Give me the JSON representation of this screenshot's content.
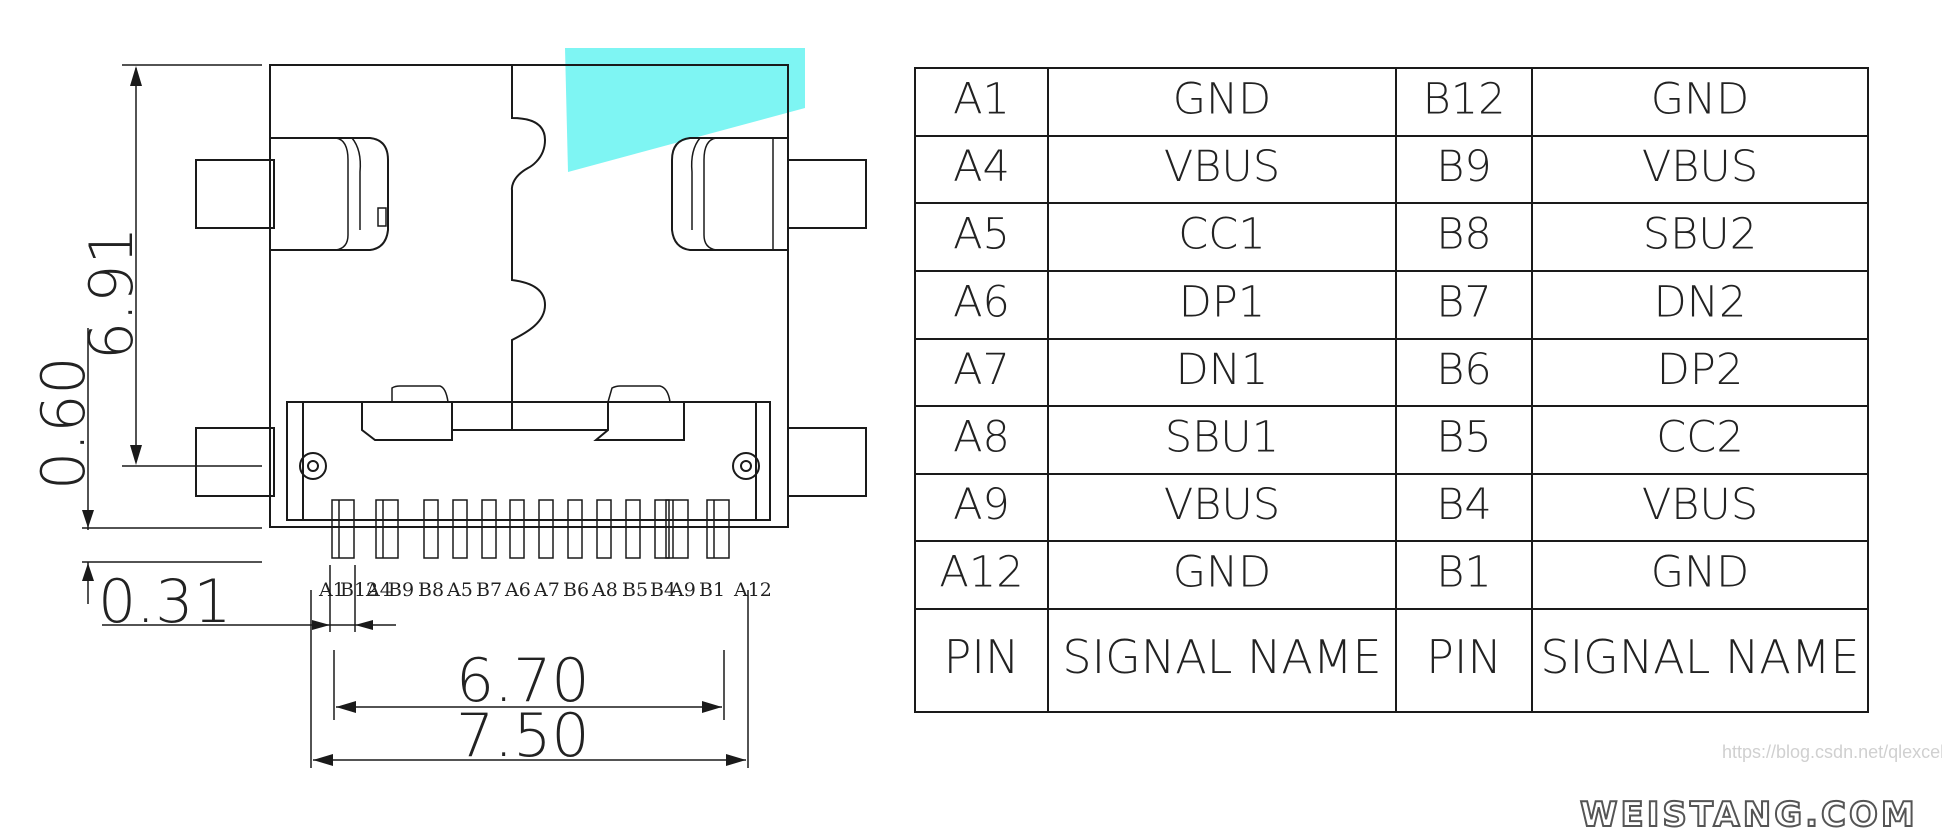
{
  "dimensions": {
    "height_total": "6.91",
    "offset_small": "0.60",
    "pitch_pin": "0.31",
    "span_inner": "6.70",
    "span_outer": "7.50"
  },
  "pin_labels": [
    "A1",
    "B12",
    "A4",
    "B9",
    "B8",
    "A5",
    "B7",
    "A6",
    "A7",
    "B6",
    "A8",
    "B5",
    "B4",
    "A9",
    "B1",
    "A12"
  ],
  "pin_table": {
    "rows": [
      {
        "pin_a": "A1",
        "sig_a": "GND",
        "pin_b": "B12",
        "sig_b": "GND"
      },
      {
        "pin_a": "A4",
        "sig_a": "VBUS",
        "pin_b": "B9",
        "sig_b": "VBUS"
      },
      {
        "pin_a": "A5",
        "sig_a": "CC1",
        "pin_b": "B8",
        "sig_b": "SBU2"
      },
      {
        "pin_a": "A6",
        "sig_a": "DP1",
        "pin_b": "B7",
        "sig_b": "DN2"
      },
      {
        "pin_a": "A7",
        "sig_a": "DN1",
        "pin_b": "B6",
        "sig_b": "DP2"
      },
      {
        "pin_a": "A8",
        "sig_a": "SBU1",
        "pin_b": "B5",
        "sig_b": "CC2"
      },
      {
        "pin_a": "A9",
        "sig_a": "VBUS",
        "pin_b": "B4",
        "sig_b": "VBUS"
      },
      {
        "pin_a": "A12",
        "sig_a": "GND",
        "pin_b": "B1",
        "sig_b": "GND"
      }
    ],
    "header": {
      "pin_a": "PIN",
      "sig_a": "SIGNAL NAME",
      "pin_b": "PIN",
      "sig_b": "SIGNAL NAME"
    }
  },
  "watermark": "https://blog.csdn.net/qlexcel",
  "brand": "WEISTANG.COM",
  "colors": {
    "highlight": "#7ef5f3",
    "line": "#1a1a1a"
  }
}
